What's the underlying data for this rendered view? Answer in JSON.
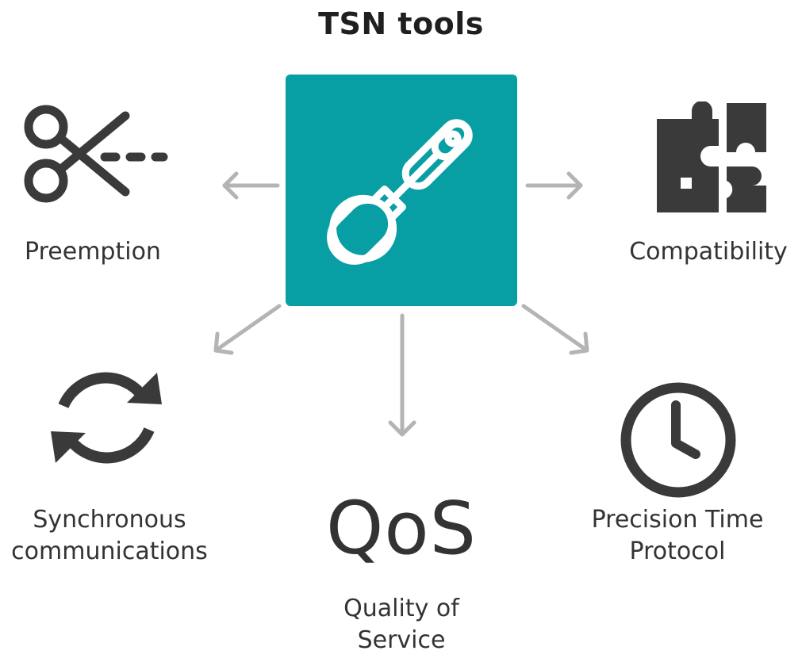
{
  "title": "TSN tools",
  "colors": {
    "hub": "#089fa4",
    "arrow": "#b4b4b4",
    "icon": "#3a3a3a",
    "text": "#333333"
  },
  "hub": {
    "icon": "tools-icon"
  },
  "nodes": {
    "preemption": {
      "label": "Preemption",
      "icon": "scissors-icon"
    },
    "compatibility": {
      "label": "Compatibility",
      "icon": "puzzle-icon"
    },
    "synchronous": {
      "label_line1": "Synchronous",
      "label_line2": "communications",
      "icon": "sync-icon"
    },
    "qos": {
      "symbol": "QoS",
      "label_line1": "Quality of",
      "label_line2": "Service"
    },
    "ptp": {
      "label_line1": "Precision Time",
      "label_line2": "Protocol",
      "icon": "clock-icon"
    }
  }
}
